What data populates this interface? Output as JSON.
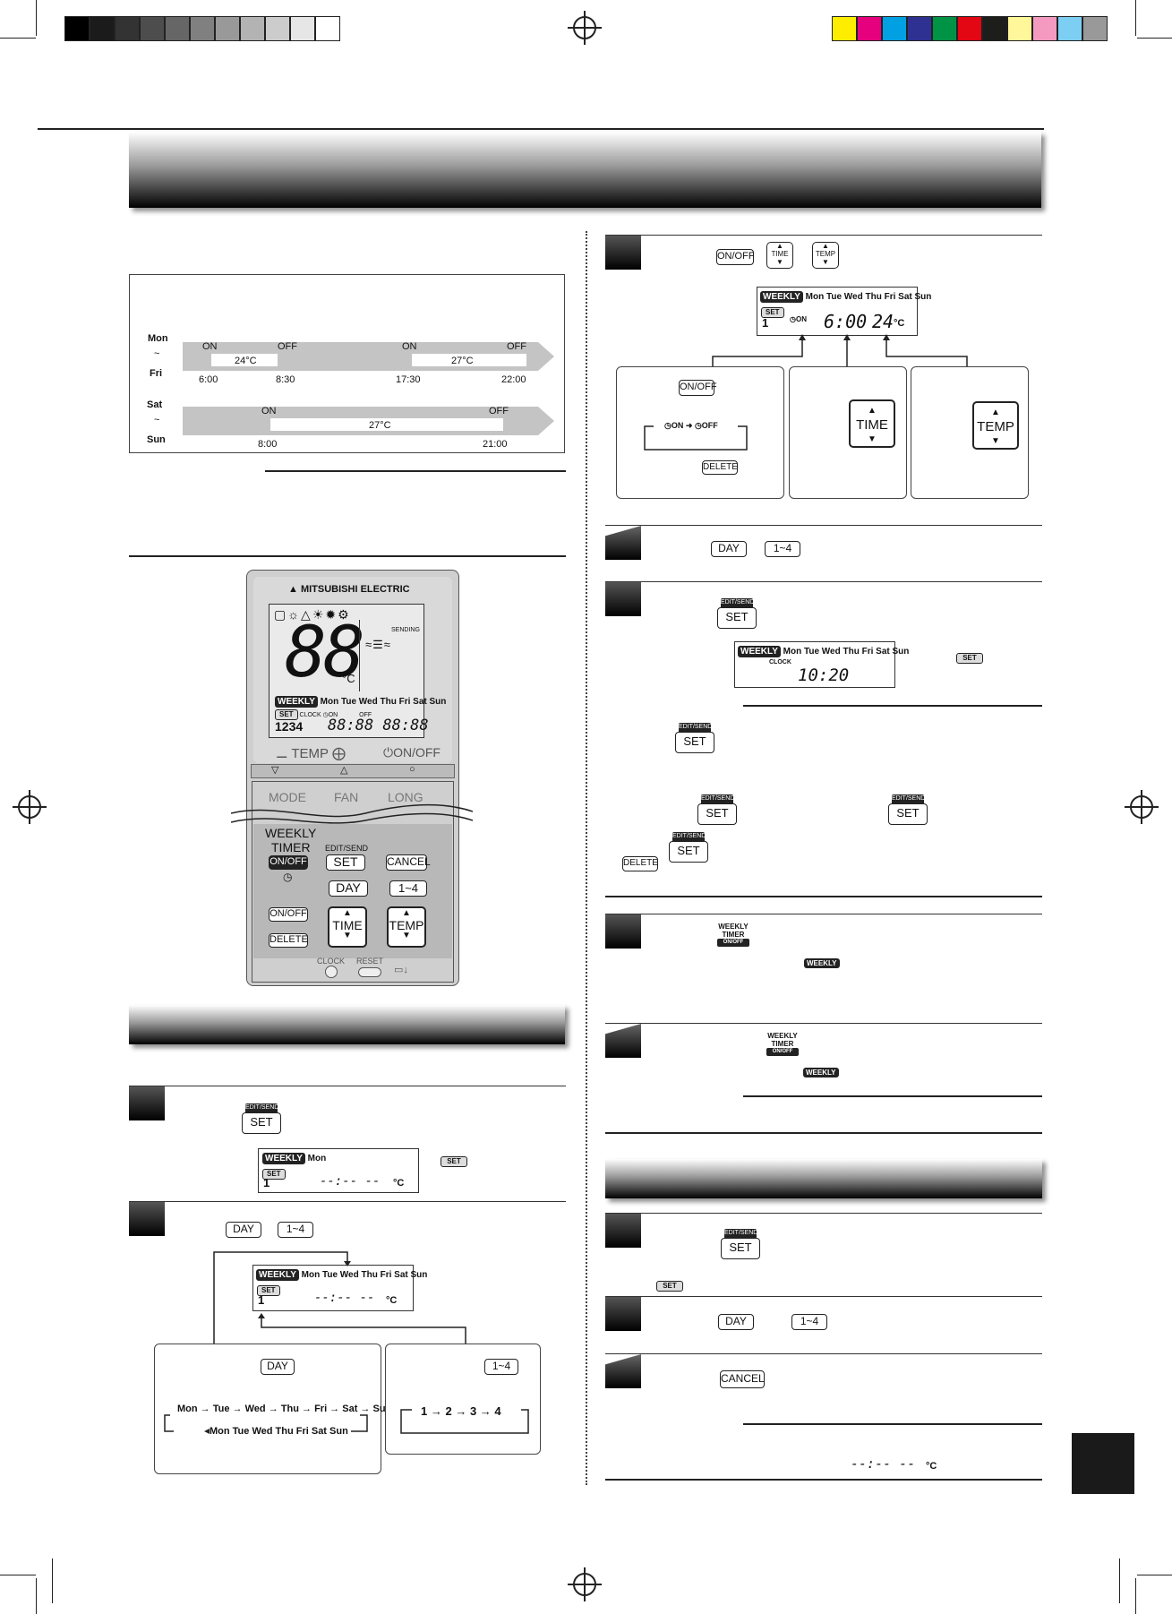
{
  "schedule": {
    "row1": {
      "days_top": "Mon",
      "tilde": "~",
      "days_bottom": "Fri",
      "seg1": {
        "on": "ON",
        "off": "OFF",
        "temp": "24°C",
        "t_on": "6:00",
        "t_off": "8:30"
      },
      "seg2": {
        "on": "ON",
        "off": "OFF",
        "temp": "27°C",
        "t_on": "17:30",
        "t_off": "22:00"
      }
    },
    "row2": {
      "days_top": "Sat",
      "tilde": "~",
      "days_bottom": "Sun",
      "seg1": {
        "on": "ON",
        "off": "OFF",
        "temp": "27°C",
        "t_on": "8:00",
        "t_off": "21:00"
      }
    }
  },
  "remote": {
    "brand": "MITSUBISHI ELECTRIC",
    "big_temp": "88",
    "unit": "°C",
    "sending": "SENDING",
    "weekly": "WEEKLY",
    "days": "Mon Tue Wed Thu Fri Sat Sun",
    "set": "SET",
    "clock": "CLOCK",
    "on_small": "ON",
    "off_small": "OFF",
    "digits": "1234",
    "time_display": "88:88 88:88",
    "temp_label": "TEMP",
    "onoff_label": "ON/OFF",
    "mode": "MODE",
    "fan": "FAN",
    "long": "LONG",
    "weekly_timer_1": "WEEKLY",
    "weekly_timer_2": "TIMER",
    "weekly_onoff": "ON/OFF",
    "edit_send": "EDIT/SEND",
    "set_btn": "SET",
    "cancel": "CANCEL",
    "day": "DAY",
    "range": "1~4",
    "timer_onoff": "ON/OFF",
    "delete": "DELETE",
    "time": "TIME",
    "temp": "TEMP",
    "clock_btn": "CLOCK",
    "reset": "RESET"
  },
  "left_steps": {
    "step1": {
      "edit_send": "EDIT/SEND",
      "set": "SET",
      "lcd_weekly": "WEEKLY",
      "lcd_day": "Mon",
      "lcd_set": "SET",
      "lcd_num": "1",
      "lcd_blank": "--:-- --",
      "lcd_unit": "°C",
      "side_set": "SET"
    },
    "step2": {
      "day": "DAY",
      "range": "1~4",
      "lcd_weekly": "WEEKLY",
      "lcd_days": "Mon Tue Wed Thu Fri Sat Sun",
      "lcd_set": "SET",
      "lcd_num": "1",
      "lcd_blank": "--:-- --",
      "lcd_unit": "°C",
      "day_panel": {
        "button": "DAY",
        "cycle": [
          "Mon",
          "Tue",
          "Wed",
          "Thu",
          "Fri",
          "Sat",
          "Sun"
        ],
        "all": "Mon Tue Wed Thu Fri Sat Sun"
      },
      "range_panel": {
        "button": "1~4",
        "cycle": [
          "1",
          "2",
          "3",
          "4"
        ]
      }
    }
  },
  "right_steps": {
    "step3": {
      "onoff": "ON/OFF",
      "time": "TIME",
      "temp": "TEMP",
      "lcd_weekly": "WEEKLY",
      "lcd_days": "Mon Tue Wed Thu Fri Sat Sun",
      "lcd_set": "SET",
      "lcd_num": "1",
      "lcd_on": "ON",
      "lcd_time": "6:00",
      "lcd_temp": "24",
      "lcd_unit": "°C",
      "panel_onoff": {
        "button": "ON/OFF",
        "on": "ON",
        "off": "OFF",
        "delete": "DELETE"
      },
      "panel_time": {
        "button": "TIME"
      },
      "panel_temp": {
        "button": "TEMP"
      }
    },
    "step4": {
      "day": "DAY",
      "range": "1~4"
    },
    "step5": {
      "edit_send": "EDIT/SEND",
      "set": "SET",
      "lcd_weekly": "WEEKLY",
      "lcd_days": "Mon Tue Wed Thu Fri Sat Sun",
      "lcd_clock": "CLOCK",
      "lcd_time": "10:20",
      "side_set": "SET",
      "note": {
        "set_a": "SET",
        "set_b": "SET",
        "set_c": "SET",
        "set_d": "SET",
        "edit_send": "EDIT/SEND",
        "delete": "DELETE"
      }
    },
    "step6": {
      "w1": "WEEKLY",
      "w2": "TIMER",
      "w3": "ON/OFF",
      "weekly": "WEEKLY"
    },
    "step7": {
      "w1": "WEEKLY",
      "w2": "TIMER",
      "w3": "ON/OFF",
      "weekly": "WEEKLY"
    },
    "step8": {
      "edit_send": "EDIT/SEND",
      "set": "SET",
      "side_set": "SET"
    },
    "step9": {
      "day": "DAY",
      "range": "1~4"
    },
    "step10": {
      "cancel": "CANCEL",
      "blank": "--:-- --",
      "unit": "°C"
    }
  },
  "colors": {
    "bar": "#c4c4c4",
    "banner_dark": "#000000",
    "ink": "#111111"
  }
}
